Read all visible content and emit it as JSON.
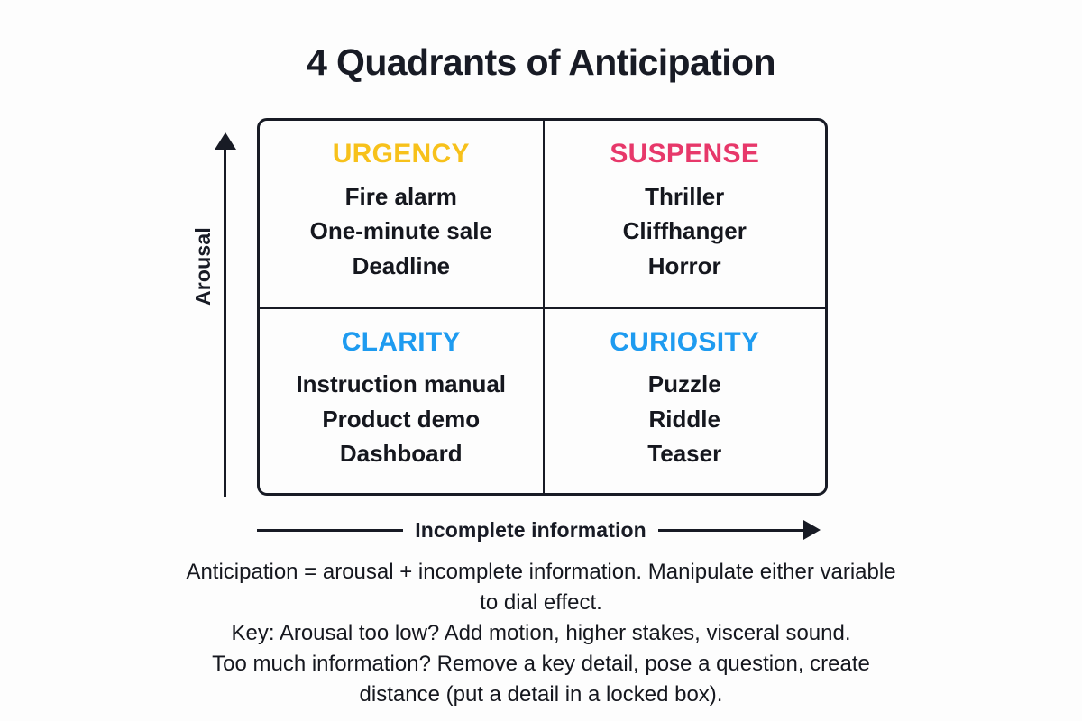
{
  "title": "4 Quadrants of Anticipation",
  "colors": {
    "background": "#FDFDFD",
    "ink": "#181B25",
    "urgency": "#F7C11B",
    "suspense": "#E7386A",
    "clarity": "#1E9BF0",
    "curiosity": "#1E9BF0"
  },
  "axes": {
    "y_label": "Arousal",
    "x_label": "Incomplete information"
  },
  "quadrants": [
    {
      "id": "urgency",
      "label": "URGENCY",
      "color": "#F7C11B",
      "position": "top-left",
      "items": [
        "Fire alarm",
        "One-minute sale",
        "Deadline"
      ]
    },
    {
      "id": "suspense",
      "label": "SUSPENSE",
      "color": "#E7386A",
      "position": "top-right",
      "items": [
        "Thriller",
        "Cliffhanger",
        "Horror"
      ]
    },
    {
      "id": "clarity",
      "label": "CLARITY",
      "color": "#1E9BF0",
      "position": "bottom-left",
      "items": [
        "Instruction manual",
        "Product demo",
        "Dashboard"
      ]
    },
    {
      "id": "curiosity",
      "label": "CURIOSITY",
      "color": "#1E9BF0",
      "position": "bottom-right",
      "items": [
        "Puzzle",
        "Riddle",
        "Teaser"
      ]
    }
  ],
  "caption": {
    "lines": [
      "Anticipation = arousal + incomplete information. Manipulate either variable",
      "to dial effect.",
      "Key: Arousal too low? Add motion, higher stakes, visceral sound.",
      "Too much information? Remove a key detail, pose a question, create",
      "distance (put a detail in a locked box)."
    ]
  }
}
